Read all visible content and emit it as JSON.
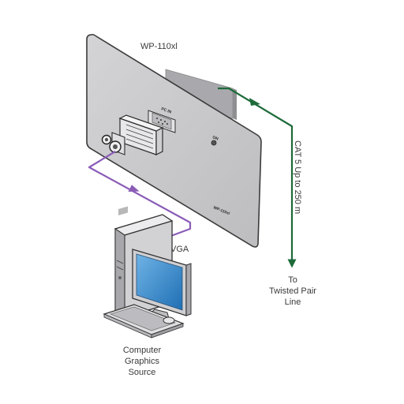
{
  "device": {
    "model_label": "WP-110xl",
    "plate_label": "WP-110xl",
    "port_label": "PC IN",
    "led_label": "ON"
  },
  "cable": {
    "rotated_label": "CAT 5   Up to 250 m",
    "destination_lines": [
      "To",
      "Twisted Pair",
      "Line"
    ]
  },
  "vga": {
    "label": "VGA"
  },
  "source": {
    "lines": [
      "Computer",
      "Graphics",
      "Source"
    ]
  },
  "colors": {
    "vga_line": "#8a5cb8",
    "cat5_line": "#1e6b3a",
    "plate": "#c9c9cb"
  }
}
